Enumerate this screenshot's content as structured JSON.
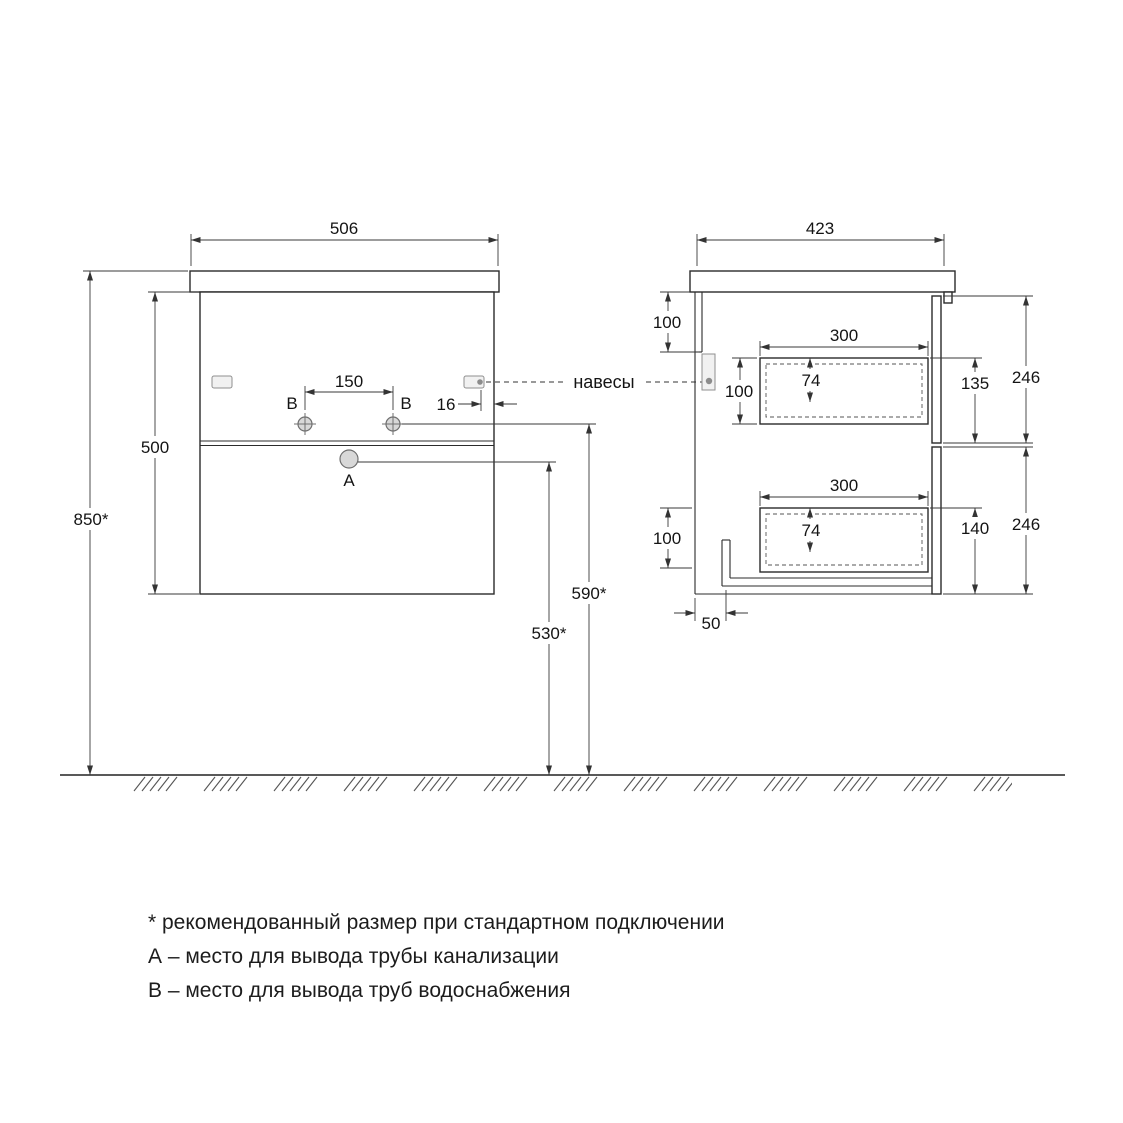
{
  "front": {
    "dim_width": "506",
    "dim_height": "500",
    "dim_wall": "850*",
    "dim_holes": "150",
    "dim_edge": "16",
    "label_a": "А",
    "label_b": "В",
    "dim_b_height": "590*",
    "dim_a_height": "530*"
  },
  "side": {
    "dim_depth": "423",
    "dim_hanger_top": "100",
    "dim_drawer_pos": "100",
    "dim_drawer1_w": "300",
    "dim_drawer1_inner": "74",
    "dim_drawer1_front": "135",
    "dim_front1": "246",
    "dim_drawer2_w": "300",
    "dim_drawer2_inner": "74",
    "dim_drawer2_front": "140",
    "dim_front2": "246",
    "dim_hanger_bottom": "100",
    "dim_bottom_offset": "50"
  },
  "callout": {
    "hangers": "навесы"
  },
  "legend": {
    "note": "* рекомендованный размер при стандартном подключении",
    "line_a": "А – место для вывода трубы канализации",
    "line_b": "В – место для вывода труб водоснабжения"
  }
}
